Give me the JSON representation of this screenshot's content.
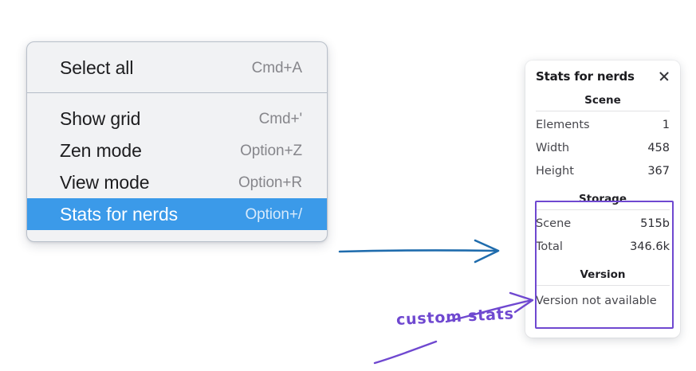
{
  "colors": {
    "menu_bg": "#f1f2f4",
    "menu_border": "#b9c0ca",
    "menu_selected": "#3b9ae9",
    "annotation_purple": "#6f48d0",
    "arrow_blue": "#1f6cad",
    "panel_bg": "#ffffff"
  },
  "context_menu": {
    "sections": [
      {
        "items": [
          {
            "label": "Select all",
            "shortcut": "Cmd+A",
            "selected": false
          }
        ]
      },
      {
        "items": [
          {
            "label": "Show grid",
            "shortcut": "Cmd+'",
            "selected": false
          },
          {
            "label": "Zen mode",
            "shortcut": "Option+Z",
            "selected": false
          },
          {
            "label": "View mode",
            "shortcut": "Option+R",
            "selected": false
          },
          {
            "label": "Stats for nerds",
            "shortcut": "Option+/",
            "selected": true
          }
        ]
      }
    ]
  },
  "stats_panel": {
    "title": "Stats for nerds",
    "close_icon": "close-icon",
    "sections": [
      {
        "heading": "Scene",
        "rows": [
          {
            "key": "Elements",
            "value": "1"
          },
          {
            "key": "Width",
            "value": "458"
          },
          {
            "key": "Height",
            "value": "367"
          }
        ]
      },
      {
        "heading": "Storage",
        "rows": [
          {
            "key": "Scene",
            "value": "515b"
          },
          {
            "key": "Total",
            "value": "346.6k"
          }
        ]
      },
      {
        "heading": "Version",
        "rows": [
          {
            "key": "Version not available",
            "value": ""
          }
        ]
      }
    ]
  },
  "annotations": {
    "custom_stats_label": "custom stats",
    "blue_arrow_name": "menu-to-panel-arrow",
    "purple_arrow_name": "custom-stats-pointer-arrow"
  }
}
